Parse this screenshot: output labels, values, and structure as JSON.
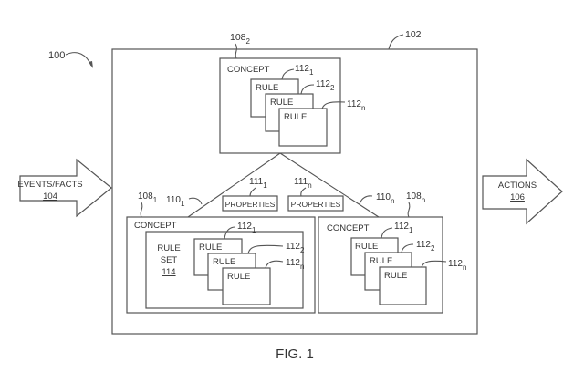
{
  "figure": {
    "caption": "FIG. 1",
    "system_ref": "100",
    "engine_ref": "102"
  },
  "inputs": {
    "label": "EVENTS/FACTS",
    "ref": "104"
  },
  "outputs": {
    "label": "ACTIONS",
    "ref": "106"
  },
  "concepts": [
    {
      "label": "CONCEPT",
      "ref": "108",
      "ref_sub": "2",
      "rules": [
        {
          "label": "RULE",
          "ref": "112",
          "ref_sub": "1"
        },
        {
          "label": "RULE",
          "ref": "112",
          "ref_sub": "2"
        },
        {
          "label": "RULE",
          "ref": "112",
          "ref_sub": "n"
        }
      ]
    },
    {
      "label": "CONCEPT",
      "ref": "108",
      "ref_sub": "1",
      "link_ref": "110",
      "link_sub": "1",
      "rule_set": {
        "line1": "RULE",
        "line2": "SET",
        "ref": "114"
      },
      "rules": [
        {
          "label": "RULE",
          "ref": "112",
          "ref_sub": "1"
        },
        {
          "label": "RULE",
          "ref": "112",
          "ref_sub": "2"
        },
        {
          "label": "RULE",
          "ref": "112",
          "ref_sub": "n"
        }
      ]
    },
    {
      "label": "CONCEPT",
      "ref": "108",
      "ref_sub": "n",
      "link_ref": "110",
      "link_sub": "n",
      "rules": [
        {
          "label": "RULE",
          "ref": "112",
          "ref_sub": "1"
        },
        {
          "label": "RULE",
          "ref": "112",
          "ref_sub": "2"
        },
        {
          "label": "RULE",
          "ref": "112",
          "ref_sub": "n"
        }
      ]
    }
  ],
  "properties": [
    {
      "label": "PROPERTIES",
      "ref": "111",
      "ref_sub": "1"
    },
    {
      "label": "PROPERTIES",
      "ref": "111",
      "ref_sub": "n"
    }
  ]
}
